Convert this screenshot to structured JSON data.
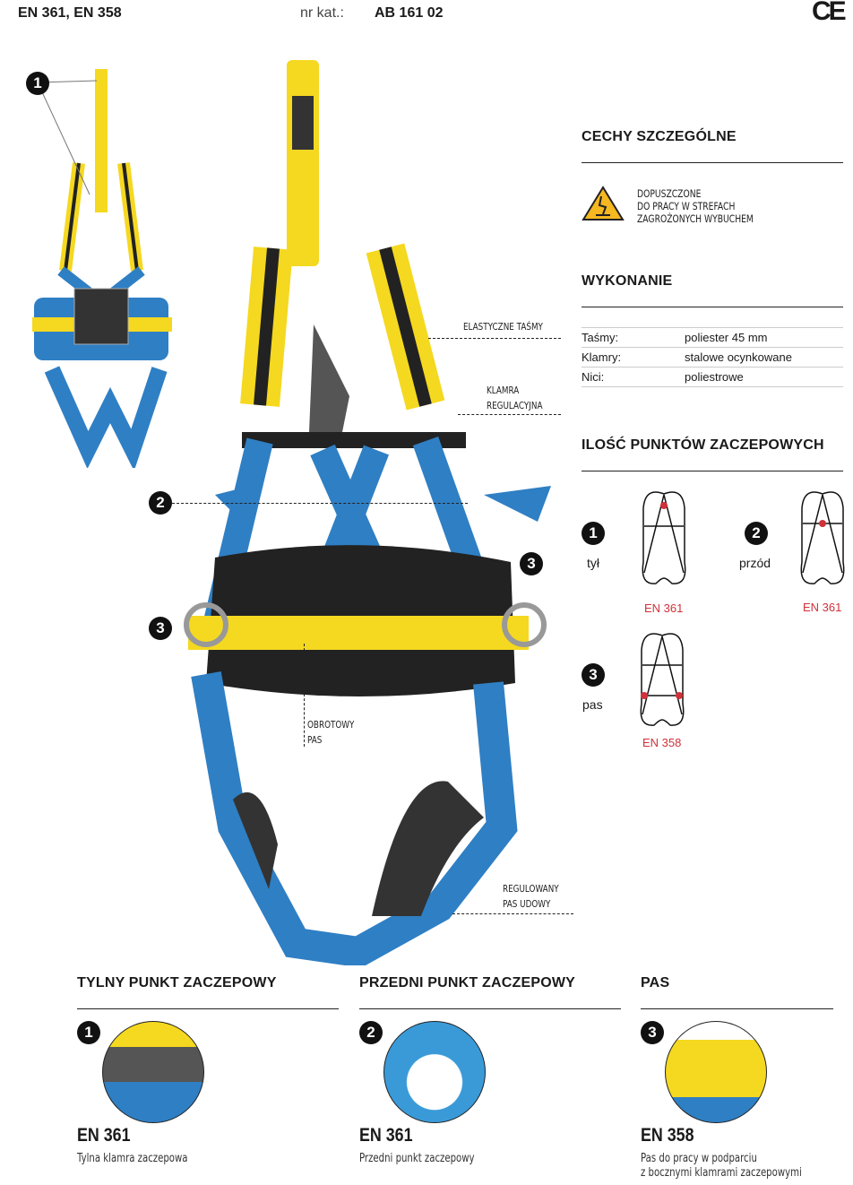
{
  "header": {
    "standards": "EN 361, EN 358",
    "catalog_label": "nr kat.:",
    "catalog_number": "AB 161 02",
    "ce_mark": "CE"
  },
  "callouts": {
    "elastic_straps": "ELASTYCZNE TAŚMY",
    "buckle_line1": "KLAMRA",
    "buckle_line2": "REGULACYJNA",
    "belt_line1": "OBROTOWY",
    "belt_line2": "PAS",
    "leg_line1": "REGULOWANY",
    "leg_line2": "PAS UDOWY",
    "n1": "1",
    "n2": "2",
    "n3": "3"
  },
  "features": {
    "title": "CECHY SZCZEGÓLNE",
    "atex_line1": "DOPUSZCZONE",
    "atex_line2": "DO PRACY W STREFACH",
    "atex_line3": "ZAGROŻONYCH WYBUCHEM"
  },
  "construction": {
    "title": "WYKONANIE",
    "rows": [
      {
        "label": "Taśmy:",
        "value": "poliester 45 mm"
      },
      {
        "label": "Klamry:",
        "value": "stalowe ocynkowane"
      },
      {
        "label": "Nici:",
        "value": "poliestrowe"
      }
    ]
  },
  "anchor_points": {
    "title": "ILOŚĆ PUNKTÓW ZACZEPOWYCH",
    "items": [
      {
        "num": "1",
        "label": "tył",
        "standard": "EN 361"
      },
      {
        "num": "2",
        "label": "przód",
        "standard": "EN 361"
      },
      {
        "num": "3",
        "label": "pas",
        "standard": "EN 358"
      }
    ]
  },
  "bottom": [
    {
      "title": "TYLNY PUNKT ZACZEPOWY",
      "num": "1",
      "standard": "EN 361",
      "caption1": "Tylna klamra zaczepowa",
      "caption2": ""
    },
    {
      "title": "PRZEDNI PUNKT ZACZEPOWY",
      "num": "2",
      "standard": "EN 361",
      "caption1": "Przedni punkt zaczepowy",
      "caption2": ""
    },
    {
      "title": "PAS",
      "num": "3",
      "standard": "EN 358",
      "caption1": "Pas do pracy w podparciu",
      "caption2": "z bocznymi klamrami zaczepowymi"
    }
  ],
  "colors": {
    "accent_red": "#d0313a",
    "yellow": "#f5d820",
    "blue": "#2f7fc4"
  }
}
